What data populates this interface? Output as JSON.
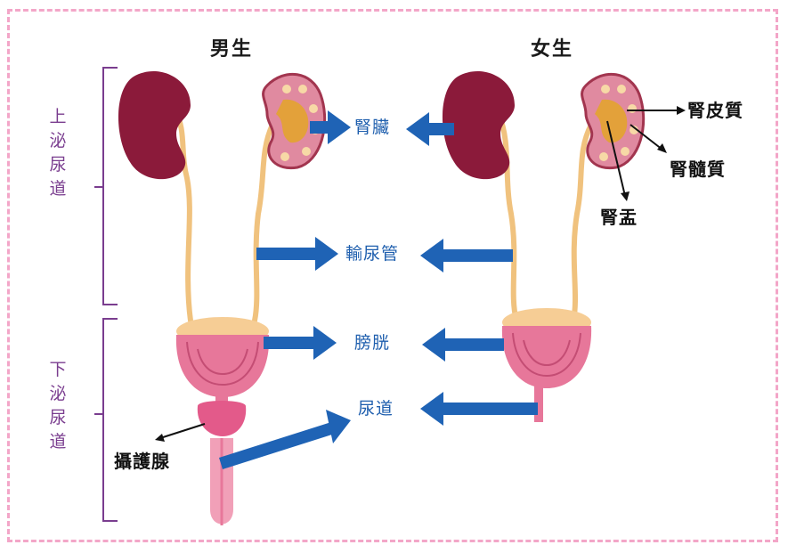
{
  "headers": {
    "male": "男生",
    "female": "女生"
  },
  "groups": {
    "upper": "上泌尿道",
    "lower": "下泌尿道"
  },
  "organs": {
    "kidney": "腎臟",
    "ureter": "輸尿管",
    "bladder": "膀胱",
    "urethra": "尿道"
  },
  "parts": {
    "cortex": "腎皮質",
    "medulla": "腎髓質",
    "pelvis": "腎盂",
    "prostate": "攝護腺"
  },
  "colors": {
    "arrow": "#1f63b5",
    "kidney": "#8b1a3a",
    "ureter": "#f3c98a",
    "bladder": "#e7779a",
    "bracket": "#7a3d8f",
    "frame": "#f3a6c8"
  }
}
